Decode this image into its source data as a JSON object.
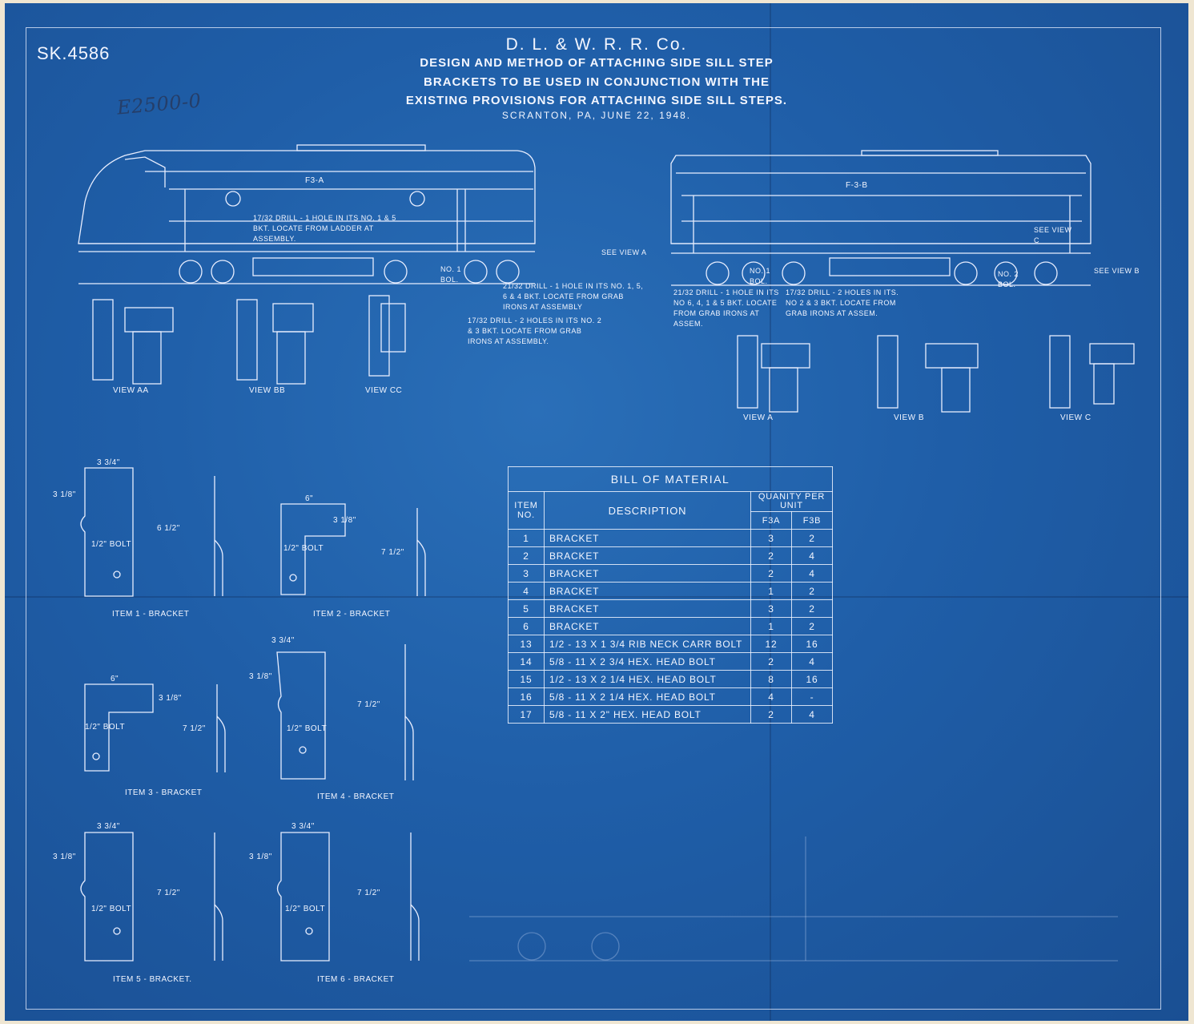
{
  "sheet_number": "SK.4586",
  "pencil_note": "E2500-0",
  "title": {
    "company": "D. L. & W. R. R. Co.",
    "line1": "DESIGN AND METHOD OF ATTACHING SIDE SILL STEP",
    "line2": "BRACKETS TO BE USED IN CONJUNCTION WITH THE",
    "line3": "EXISTING PROVISIONS FOR ATTACHING SIDE SILL STEPS.",
    "place_date": "SCRANTON, PA, JUNE 22, 1948."
  },
  "locomotives": {
    "f3a": {
      "label": "F3-A",
      "note1": "17/32 DRILL - 1 HOLE IN ITS NO. 1 & 5 BKT. LOCATE FROM LADDER AT ASSEMBLY.",
      "note2": "21/32 DRILL - 1 HOLE IN ITS NO. 1, 5, 6 & 4 BKT. LOCATE FROM GRAB IRONS AT ASSEMBLY",
      "note3": "17/32 DRILL - 2 HOLES IN ITS NO. 2 & 3 BKT. LOCATE FROM GRAB IRONS AT ASSEMBLY.",
      "bolster1": "NO. 1 BOL."
    },
    "f3b": {
      "label": "F-3-B",
      "see_view_a": "SEE VIEW A",
      "see_view_b": "SEE VIEW B",
      "see_view_c": "SEE VIEW C",
      "note1": "21/32 DRILL - 1 HOLE IN ITS NO 6, 4, 1 & 5 BKT. LOCATE FROM GRAB IRONS AT ASSEM.",
      "note2": "17/32 DRILL - 2 HOLES IN ITS. NO 2 & 3 BKT. LOCATE FROM GRAB IRONS AT ASSEM.",
      "bolster1": "NO. 1 BOL.",
      "bolster2": "NO. 2 BOL."
    }
  },
  "views": [
    "VIEW AA",
    "VIEW BB",
    "VIEW CC",
    "VIEW A",
    "VIEW B",
    "VIEW C"
  ],
  "items": [
    {
      "label": "ITEM 1 - BRACKET",
      "w": "3 3/4\"",
      "h1": "3 1/8\"",
      "h2": "6 1/2\"",
      "bolt": "1/2\" BOLT"
    },
    {
      "label": "ITEM 2 - BRACKET",
      "w": "6\"",
      "h1": "3 1/8\"",
      "h2": "7 1/2\"",
      "bolt": "1/2\" BOLT"
    },
    {
      "label": "ITEM 3 - BRACKET",
      "w": "6\"",
      "h1": "3 1/8\"",
      "h2": "7 1/2\"",
      "bolt": "1/2\" BOLT"
    },
    {
      "label": "ITEM 4 - BRACKET",
      "w": "3 3/4\"",
      "h1": "3 1/8\"",
      "h2": "7 1/2\"",
      "bolt": "1/2\" BOLT"
    },
    {
      "label": "ITEM 5 - BRACKET.",
      "w": "3 3/4\"",
      "h1": "3 1/8\"",
      "h2": "7 1/2\"",
      "bolt": "1/2\" BOLT"
    },
    {
      "label": "ITEM 6 - BRACKET",
      "w": "3 3/4\"",
      "h1": "3 1/8\"",
      "h2": "7 1/2\"",
      "bolt": "1/2\" BOLT"
    }
  ],
  "bom": {
    "title": "BILL OF MATERIAL",
    "col_item": "ITEM NO.",
    "col_desc": "DESCRIPTION",
    "col_qty": "QUANITY PER UNIT",
    "col_f3a": "F3A",
    "col_f3b": "F3B",
    "rows": [
      {
        "item": "1",
        "desc": "BRACKET",
        "f3a": "3",
        "f3b": "2"
      },
      {
        "item": "2",
        "desc": "BRACKET",
        "f3a": "2",
        "f3b": "4"
      },
      {
        "item": "3",
        "desc": "BRACKET",
        "f3a": "2",
        "f3b": "4"
      },
      {
        "item": "4",
        "desc": "BRACKET",
        "f3a": "1",
        "f3b": "2"
      },
      {
        "item": "5",
        "desc": "BRACKET",
        "f3a": "3",
        "f3b": "2"
      },
      {
        "item": "6",
        "desc": "BRACKET",
        "f3a": "1",
        "f3b": "2"
      },
      {
        "item": "13",
        "desc": "1/2 - 13 X 1 3/4 RIB NECK CARR BOLT",
        "f3a": "12",
        "f3b": "16"
      },
      {
        "item": "14",
        "desc": "5/8 - 11 X 2 3/4 HEX. HEAD BOLT",
        "f3a": "2",
        "f3b": "4"
      },
      {
        "item": "15",
        "desc": "1/2 - 13 X 2 1/4 HEX. HEAD BOLT",
        "f3a": "8",
        "f3b": "16"
      },
      {
        "item": "16",
        "desc": "5/8 - 11 X 2 1/4 HEX. HEAD BOLT",
        "f3a": "4",
        "f3b": "-"
      },
      {
        "item": "17",
        "desc": "5/8 - 11 X 2\" HEX. HEAD BOLT",
        "f3a": "2",
        "f3b": "4"
      }
    ]
  }
}
